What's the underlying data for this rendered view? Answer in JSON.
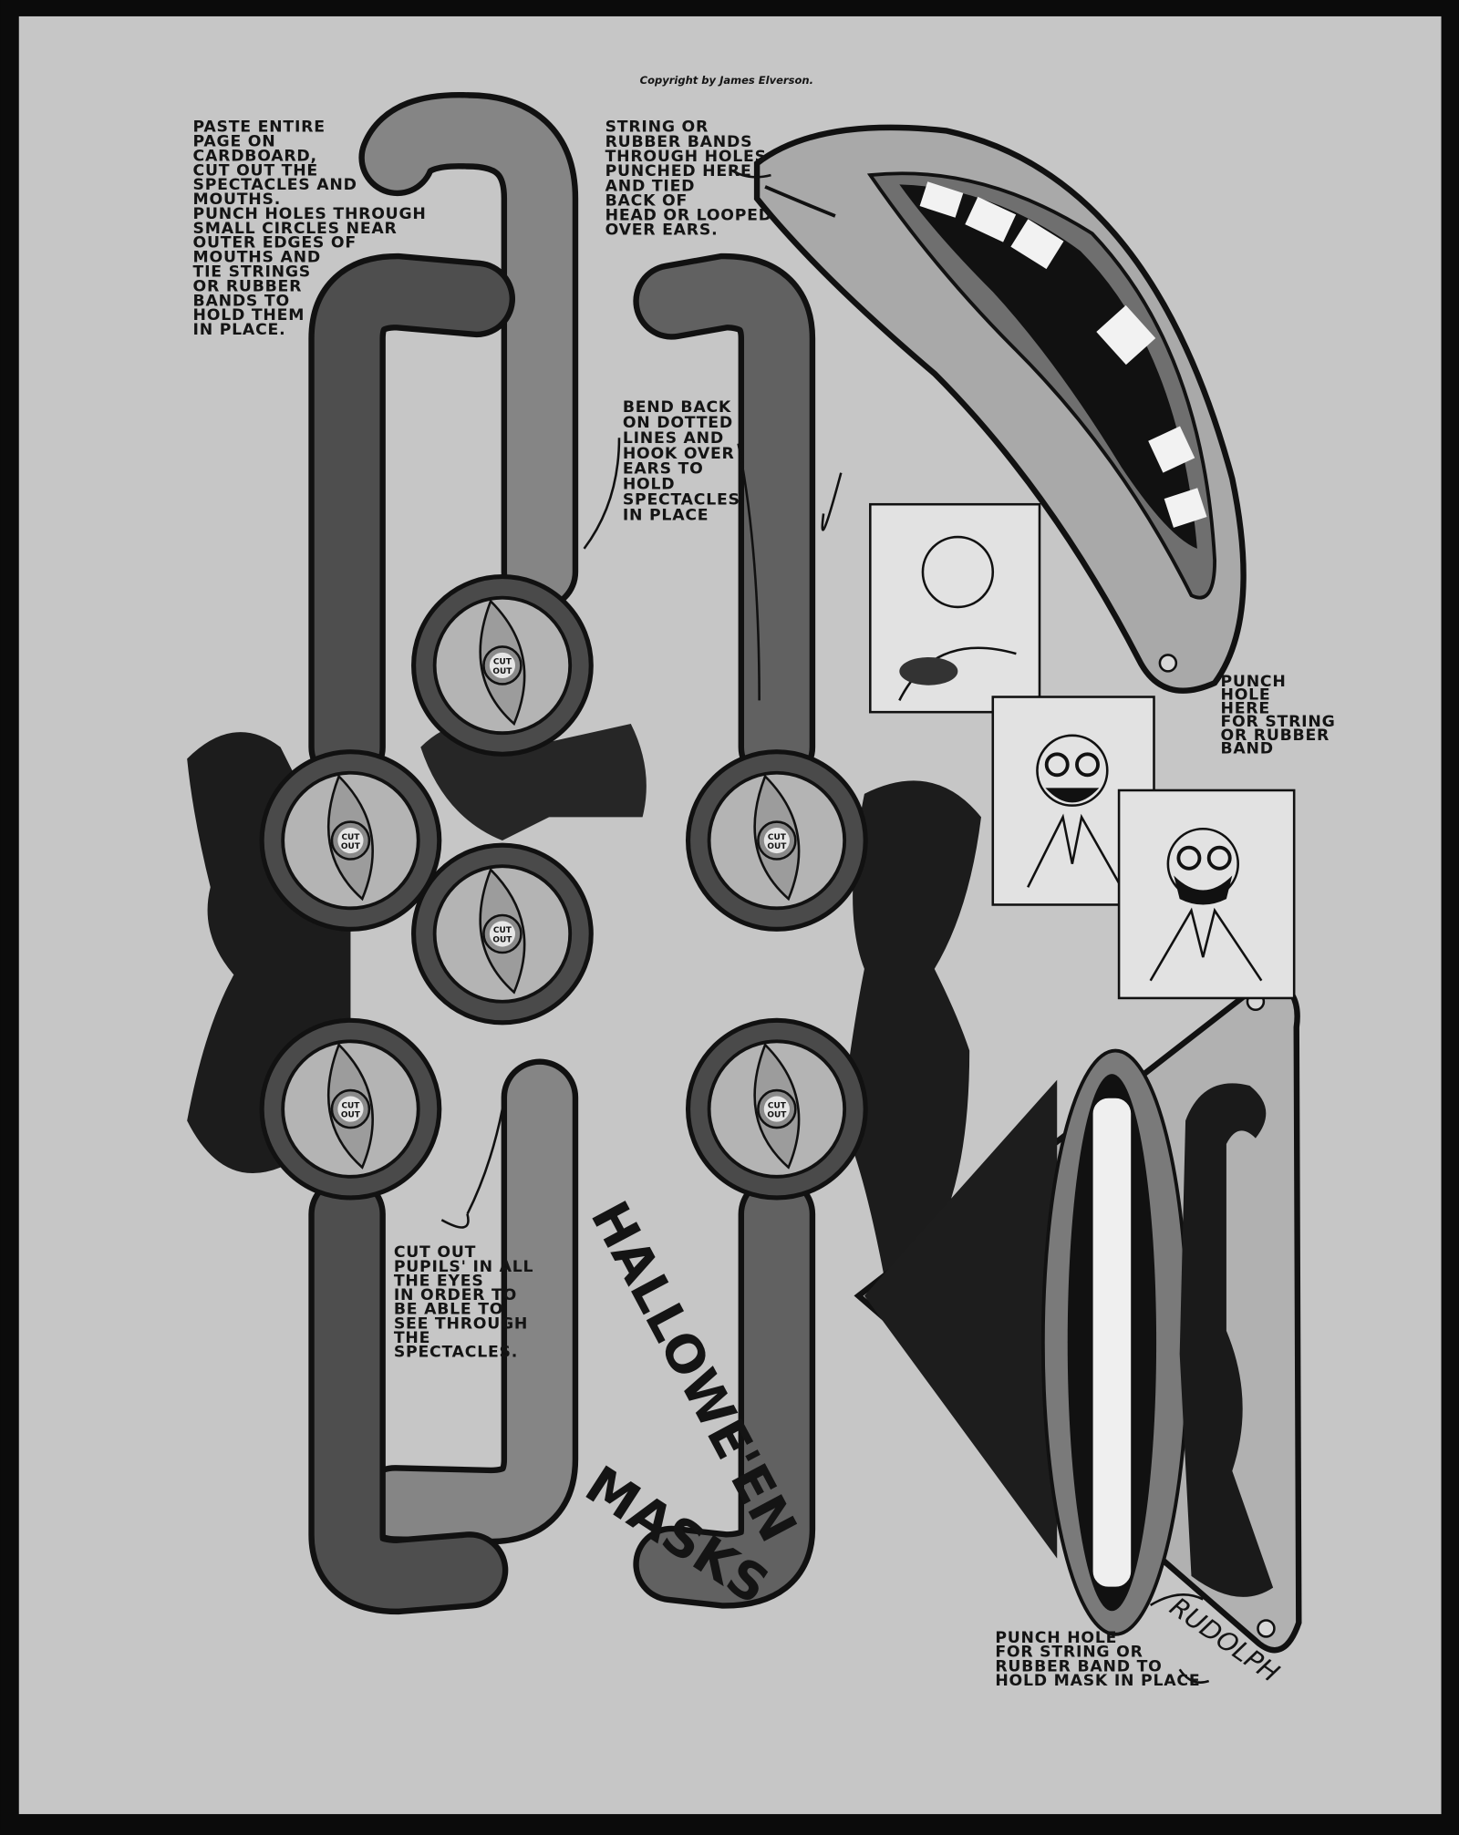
{
  "copyright": "Copyright by James Elverson.",
  "instructions": {
    "lines": [
      "PASTE ENTIRE",
      "PAGE ON",
      "CARDBOARD,",
      "CUT OUT THE",
      "SPECTACLES AND",
      "MOUTHS.",
      "PUNCH HOLES THROUGH",
      "SMALL CIRCLES NEAR",
      "OUTER EDGES OF",
      "MOUTHS AND",
      "TIE STRINGS",
      "OR RUBBER",
      "BANDS TO",
      "HOLD THEM",
      "IN PLACE."
    ]
  },
  "string_note": {
    "lines": [
      "STRING OR",
      "RUBBER BANDS",
      "THROUGH HOLES",
      "PUNCHED HERE",
      "AND TIED",
      "BACK OF",
      "HEAD OR LOOPED",
      "OVER EARS."
    ]
  },
  "bend_note": {
    "lines": [
      "BEND BACK",
      "ON DOTTED",
      "LINES AND",
      "HOOK OVER",
      "EARS TO",
      "HOLD",
      "SPECTACLES",
      "IN PLACE"
    ]
  },
  "punch_note_top": {
    "lines": [
      "PUNCH",
      "HOLE",
      "HERE",
      "FOR STRING",
      "OR RUBBER",
      "BAND"
    ]
  },
  "pupils_note": {
    "lines": [
      "CUT OUT",
      "PUPILS' IN ALL",
      "THE EYES",
      "IN ORDER TO",
      "BE ABLE TO",
      "SEE THROUGH",
      "THE",
      "SPECTACLES."
    ]
  },
  "punch_note_bottom": {
    "lines": [
      "PUNCH HOLE",
      "FOR STRING OR",
      "RUBBER BAND TO",
      "HOLD MASK IN PLACE"
    ]
  },
  "title": {
    "line1": "HALLOWE'EN",
    "line2": "MASKS"
  },
  "cut_out_label": {
    "top": "CUT",
    "bottom": "OUT"
  },
  "signature": "RUDOLPH",
  "colors": {
    "paper": "#c6c6c6",
    "ink": "#141414",
    "frame_gray": "#5e5e5e",
    "lens_gray": "#b4b4b4"
  }
}
